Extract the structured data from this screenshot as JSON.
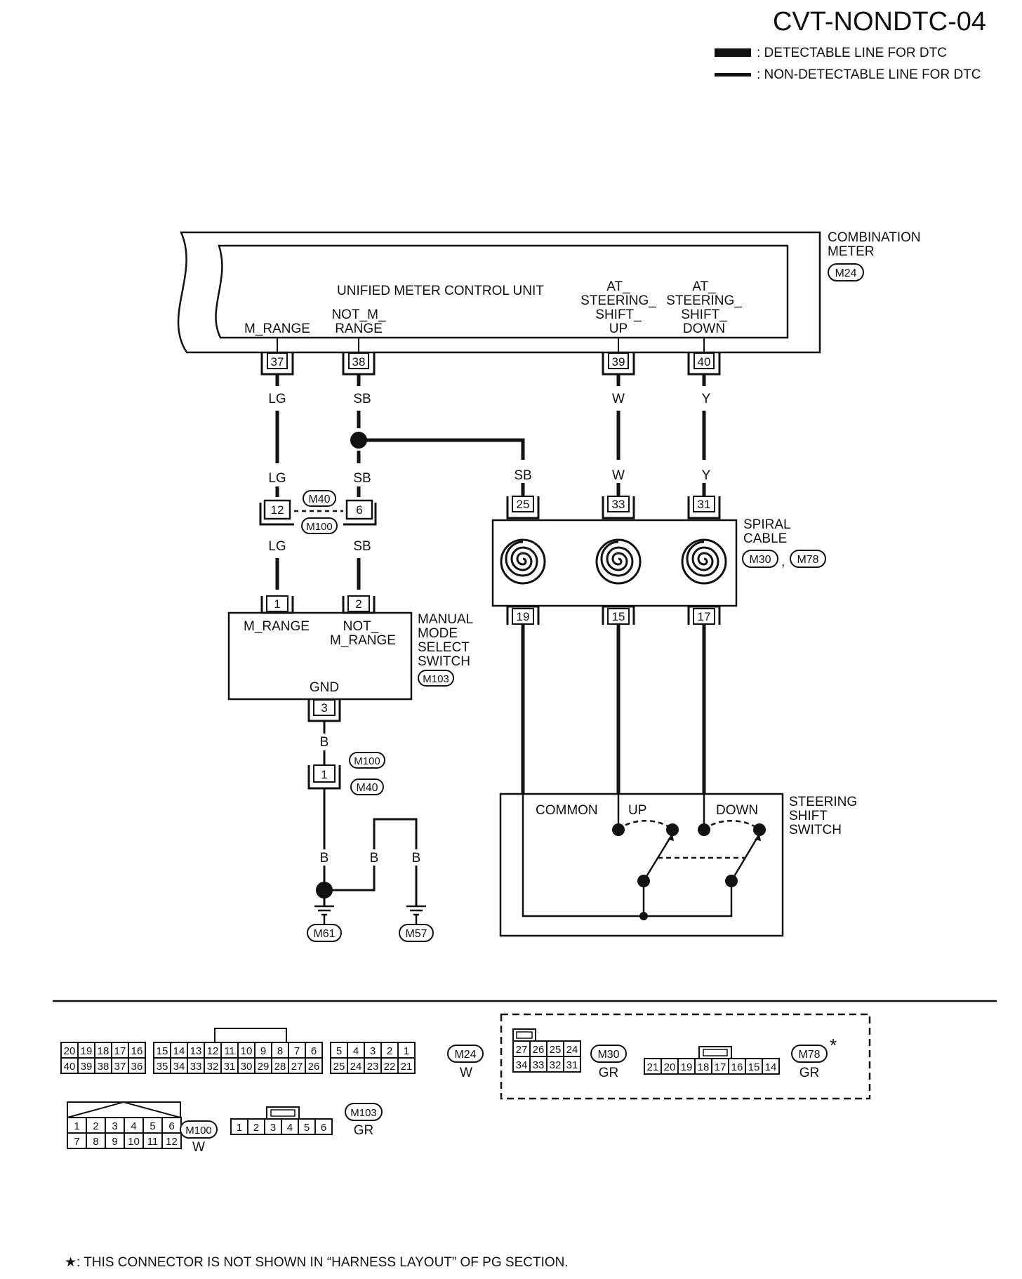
{
  "page_code": "CVT-NONDTC-04",
  "legend": {
    "detectable": ": DETECTABLE LINE FOR DTC",
    "non_detectable": ": NON-DETECTABLE LINE FOR DTC"
  },
  "combination_meter": {
    "label_line1": "COMBINATION",
    "label_line2": "METER",
    "connector": "M24",
    "unit_name": "UNIFIED  METER  CONTROL UNIT",
    "terminals": [
      {
        "pin": "37",
        "label_lines": [
          "M_RANGE"
        ],
        "wire": "LG"
      },
      {
        "pin": "38",
        "label_lines": [
          "NOT_M_",
          "RANGE"
        ],
        "wire": "SB"
      },
      {
        "pin": "39",
        "label_lines": [
          "AT_",
          "STEERING_",
          "SHIFT_",
          "UP"
        ],
        "wire": "W"
      },
      {
        "pin": "40",
        "label_lines": [
          "AT_",
          "STEERING_",
          "SHIFT_",
          "DOWN"
        ],
        "wire": "Y"
      }
    ]
  },
  "joint_connector": {
    "connector_top": "M40",
    "connector_bottom": "M100",
    "pins": [
      "12",
      "6"
    ],
    "wires_above": [
      "LG",
      "SB"
    ],
    "wires_below": [
      "LG",
      "SB"
    ]
  },
  "manual_mode_switch": {
    "label_lines": [
      "MANUAL",
      "MODE",
      "SELECT",
      "SWITCH"
    ],
    "connector": "M103",
    "pins": [
      {
        "pin": "1",
        "label_lines": [
          "M_RANGE"
        ]
      },
      {
        "pin": "2",
        "label_lines": [
          "NOT_",
          "M_RANGE"
        ]
      },
      {
        "pin": "3",
        "label_lines": [
          "GND"
        ]
      }
    ],
    "ground_wire": "B"
  },
  "ground_joint": {
    "pin": "1",
    "connector_top": "M100",
    "connector_bottom": "M40",
    "wires": [
      "B",
      "B",
      "B"
    ],
    "grounds": [
      "M61",
      "M57"
    ]
  },
  "spiral_cable": {
    "label_lines": [
      "SPIRAL",
      "CABLE"
    ],
    "connectors": [
      "M30",
      "M78"
    ],
    "separator": ",",
    "top_pins": [
      "25",
      "33",
      "31"
    ],
    "bottom_pins": [
      "19",
      "15",
      "17"
    ],
    "wires_in": [
      "SB",
      "W",
      "Y"
    ]
  },
  "steering_shift_switch": {
    "label_lines": [
      "STEERING",
      "SHIFT",
      "SWITCH"
    ],
    "terminals": [
      "COMMON",
      "UP",
      "DOWN"
    ]
  },
  "connector_views": [
    {
      "id": "M24",
      "color": "W",
      "row1": [
        "20",
        "19",
        "18",
        "17",
        "16",
        "",
        "15",
        "14",
        "13",
        "12",
        "11",
        "10",
        "9",
        "8",
        "7",
        "6",
        "",
        "5",
        "4",
        "3",
        "2",
        "1"
      ],
      "row2": [
        "40",
        "39",
        "38",
        "37",
        "36",
        "",
        "35",
        "34",
        "33",
        "32",
        "31",
        "30",
        "29",
        "28",
        "27",
        "26",
        "",
        "25",
        "24",
        "23",
        "22",
        "21"
      ]
    },
    {
      "id": "M30",
      "color": "GR",
      "row1": [
        "27",
        "26",
        "25",
        "24"
      ],
      "row2": [
        "34",
        "33",
        "32",
        "31"
      ]
    },
    {
      "id": "M78",
      "color": "GR",
      "row1": [
        "21",
        "20",
        "19",
        "18",
        "17",
        "16",
        "15",
        "14"
      ],
      "marker": "*"
    },
    {
      "id": "M100",
      "color": "W",
      "row1": [
        "1",
        "2",
        "3",
        "4",
        "5",
        "6"
      ],
      "row2": [
        "7",
        "8",
        "9",
        "10",
        "11",
        "12"
      ]
    },
    {
      "id": "M103",
      "color": "GR",
      "row1": [
        "1",
        "2",
        "3",
        "4",
        "5",
        "6"
      ]
    }
  ],
  "footnote": "★: THIS CONNECTOR IS NOT SHOWN IN “HARNESS LAYOUT” OF PG SECTION.",
  "colors": {
    "ink": "#111111",
    "paper": "#ffffff"
  }
}
